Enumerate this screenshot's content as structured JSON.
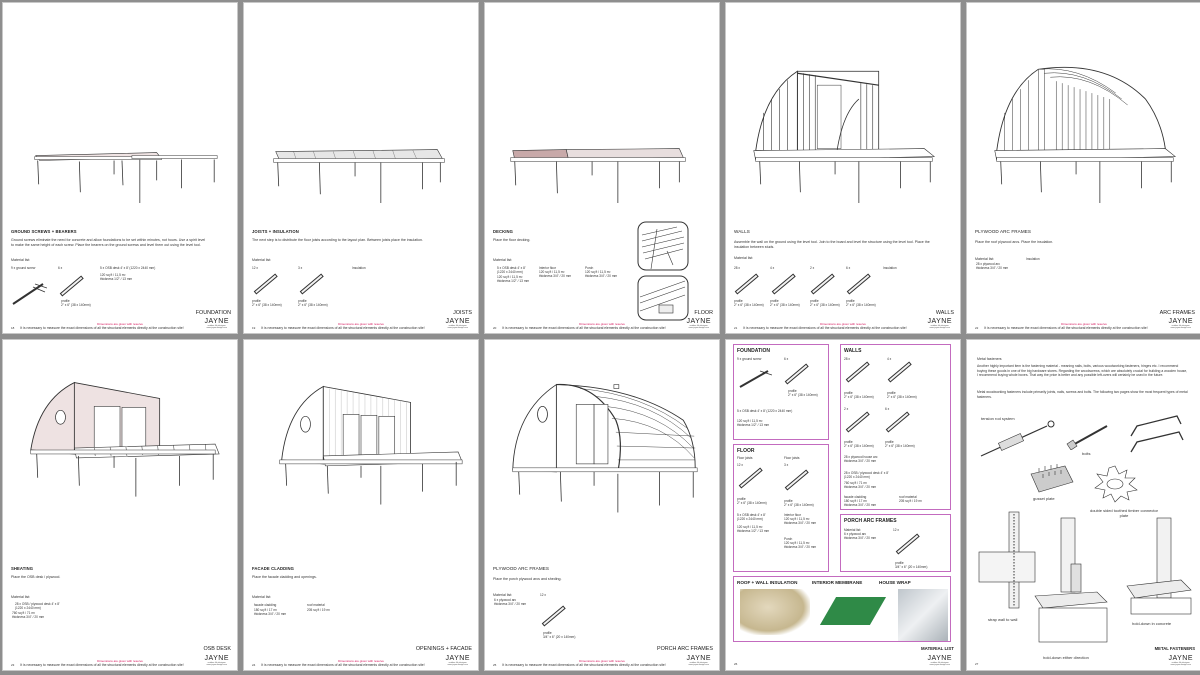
{
  "common": {
    "disclaimer": "Dimensions are given with reserve",
    "footer_note": "It is necessary to measure the exact dimensions of all the structural elements directly at the construction site!",
    "logo_name": "JAYNE",
    "logo_sub1": "outdoor life designer",
    "logo_sub2": "www.jayne-design.com",
    "material_list_label": "Material list:"
  },
  "colors": {
    "background": "#8e8e8e",
    "page": "#ffffff",
    "disclaimer": "#d4145a",
    "box_border": "#c36bbf",
    "sheathing_fill": "#eee2e2"
  },
  "pages": [
    {
      "page_number": "18",
      "section": "FOUNDATION",
      "title": "GROUND SCREWS + BEARERS",
      "text": "Ground screws eliminate the need for concrete and allow foundations to be set within minutes, not hours. Use a spirit level to make the same height of each screw. Place the bearers on the ground screws and level them out using the level tool.",
      "materials": [
        {
          "qty": "9 x ground screw"
        },
        {
          "qty": "6 x",
          "profile": "profile\n2\" x 6\" (38 x 140mm)",
          "length": "length 12' / 3660 mm"
        },
        {
          "qty": "5 x OSB desk 4' x 8' (1220 x 2440 mm)",
          "note": "120 sq ft / 11,5 m²\nthickness 1/2\" / 13 mm"
        }
      ]
    },
    {
      "page_number": "19",
      "section": "JOISTS",
      "title": "JOISTS + INSULATION",
      "text": "The next step is to distribute the floor joists according to the layout plan. Between joists place the insulation.",
      "materials": [
        {
          "qty": "12 x",
          "profile": "profile\n2\" x 6\" (38 x 140mm)"
        },
        {
          "qty": "3 x",
          "profile": "profile\n2\" x 6\" (38 x 140mm)"
        },
        {
          "qty": "Insulation"
        }
      ]
    },
    {
      "page_number": "20",
      "section": "FLOOR",
      "title": "DECKING",
      "text": "Place the floor decking.",
      "materials": [
        {
          "qty": "5 x OSB desk 4' x 8'\n(1220 x 2440 mm)",
          "note": "120 sq ft / 11,5 m²\nthickness 1/2\" / 13 mm"
        },
        {
          "qty": "Interior floor\n120 sq ft / 11,5 m²\nthickness 3/4\" / 20 mm"
        },
        {
          "qty": "Porch\n120 sq ft / 11,5 m²\nthickness 3/4\" / 20 mm"
        }
      ]
    },
    {
      "page_number": "21",
      "section": "WALLS",
      "title": "WALLS",
      "text": "Assemble the wall on the ground using the level tool. Join to the board and level the structure using the level tool. Place the insulation between studs.",
      "materials": [
        {
          "qty": "28 x",
          "profile": "profile\n2\" x 6\" (38 x 140mm)"
        },
        {
          "qty": "4 x",
          "profile": "profile\n2\" x 6\" (38 x 140mm)"
        },
        {
          "qty": "2 x",
          "profile": "profile\n2\" x 6\" (38 x 140mm)"
        },
        {
          "qty": "6 x",
          "profile": "profile\n2\" x 6\" (38 x 140mm)"
        },
        {
          "qty": "Insulation"
        }
      ]
    },
    {
      "page_number": "22",
      "section": "ARC FRAMES",
      "title": "PLYWOOD ARC FRAMES",
      "text": "Place the roof plywood arcs. Place the insulation.",
      "materials": [
        {
          "qty": "28 x plywood arc\nthickness 3/4\" / 20 mm"
        },
        {
          "qty": "Insulation"
        }
      ]
    },
    {
      "page_number": "23",
      "section": "OSB DESK",
      "title": "SHEATING",
      "text": "Place the OSB desk / plywood.",
      "materials": [
        {
          "qty": "28 x OSB / plywood desk 4' x 8'\n(1220 x 2440 mm)",
          "note": "760 sq ft / 71 m²\nthickness 3/4\" / 20 mm"
        }
      ]
    },
    {
      "page_number": "24",
      "section": "OPENINGS + FACADE",
      "title": "FACADE CLADDING",
      "text": "Place the facade cladding and openings.",
      "materials": [
        {
          "qty": "facade cladding",
          "note": "180 sq ft / 17 m²\nthickness 3/4\" / 20 mm"
        },
        {
          "qty": "roof material",
          "note": "205 sq ft / 19 m²"
        }
      ]
    },
    {
      "page_number": "25",
      "section": "PORCH ARC FRAMES",
      "title": "PLYWOOD ARC FRAMES",
      "text": "Place the porch plywood arcs and sheding.",
      "materials": [
        {
          "qty": "6 x plywood arc\nthickness 3/4\" / 20 mm"
        },
        {
          "qty": "12 x",
          "profile": "profile\n3/4\" x 6\" (20 x 140mm)"
        }
      ]
    },
    {
      "page_number": "26",
      "section": "MATERIAL LIST",
      "boxes": {
        "foundation": {
          "title": "FOUNDATION",
          "items": [
            "9 x ground screw",
            "6 x",
            "profile\n2\" x 6\" (38 x 140mm)",
            "5 x OSB desk 4' x 8' (1220 x 2440 mm)",
            "120 sq ft / 11,5 m²\nthickness 1/2\" / 13 mm"
          ]
        },
        "walls": {
          "title": "WALLS",
          "items": [
            "28 x",
            "4 x",
            "profile\n2\" x 6\" (38 x 140mm)",
            "profile\n2\" x 6\" (38 x 140mm)",
            "2 x",
            "6 x",
            "profile\n2\" x 6\" (38 x 140mm)",
            "profile\n2\" x 6\" (38 x 140mm)",
            "28 x plywood house arc\nthickness 3/4\" / 20 mm",
            "28 x OSB / plywood desk 4' x 8'\n(1220 x 2440 mm)",
            "760 sq ft / 71 m²\nthickness 3/4\" / 20 mm",
            "facade cladding\n180 sq ft / 17 m²\nthickness 3/4\" / 20 mm",
            "roof material\n205 sq ft / 19 m²"
          ]
        },
        "floor": {
          "title": "FLOOR",
          "items": [
            "Floor joists",
            "Floor joists",
            "12 x",
            "3 x",
            "profile\n2\" x 6\" (38 x 140mm)",
            "profile\n2\" x 6\" (38 x 140mm)",
            "5 x OSB desk 4' x 8'\n(1220 x 2440 mm)",
            "120 sq ft / 11,5 m²\nthickness 1/2\" / 13 mm",
            "Interior floor\n120 sq ft / 11,5 m²\nthickness 3/4\" / 20 mm",
            "Porch\n120 sq ft / 11,5 m²\nthickness 3/4\" / 20 mm"
          ]
        },
        "porch": {
          "title": "PORCH ARC FRAMES",
          "items": [
            "Material list:\n6 x plywood arc\nthickness 3/4\" / 20 mm",
            "12 x",
            "profile\n3/4\" x 6\" (20 x 140mm)"
          ]
        },
        "insulation": {
          "labels": [
            "ROOF + WALL INSULATION",
            "INTERIOR MEMBRANE",
            "HOUSE WRAP"
          ]
        }
      }
    },
    {
      "page_number": "27",
      "section": "METAL FASTENERS",
      "title": "Metal fasteners",
      "paragraphs": [
        "Another highly important item is the fastening material - meaning nails, bolts, various woodworking fasteners, hinges etc. I recommend buying these goods in one of the big hardware stores. Regarding the woodscrews, which are absolutely crucial for building a wooden house, I recommend buying whole boxes. That way the price is better and any possible left-overs will certainly be used in the future.",
        "Metal woodworking fasteners include primarily joints, nails, screws and bolts. The following two pages show the most frequent types of metal fasteners."
      ],
      "figure_labels": [
        "tension rod system",
        "bolts",
        "gusset plate",
        "double sided toothed timber connector plate",
        "strap wall to wall",
        "hold-down in concrete",
        "hold-down either direction"
      ]
    }
  ]
}
